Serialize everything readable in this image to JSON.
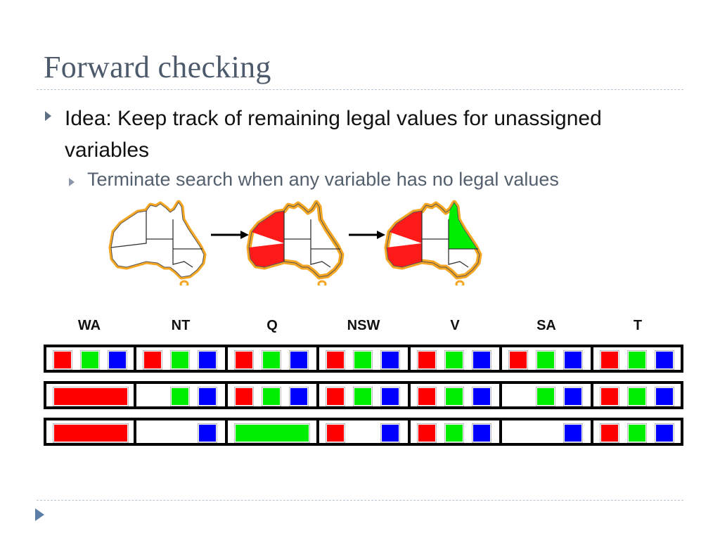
{
  "slide": {
    "title": "Forward checking",
    "bullet1": "Idea: Keep track of remaining legal values for unassigned variables",
    "bullet2": "Terminate search when any variable has no legal values"
  },
  "colors": {
    "red": "#ff0000",
    "green": "#00ee00",
    "blue": "#0000ff",
    "map_outline": "#f5a623",
    "title_gray": "#4d5a6b"
  },
  "maps": [
    {
      "WA": null,
      "Q": null
    },
    {
      "WA": "red",
      "Q": null
    },
    {
      "WA": "red",
      "Q": "green"
    }
  ],
  "table": {
    "columns": [
      "WA",
      "NT",
      "Q",
      "NSW",
      "V",
      "SA",
      "T"
    ],
    "rows": [
      {
        "WA": [
          "red",
          "green",
          "blue"
        ],
        "NT": [
          "red",
          "green",
          "blue"
        ],
        "Q": [
          "red",
          "green",
          "blue"
        ],
        "NSW": [
          "red",
          "green",
          "blue"
        ],
        "V": [
          "red",
          "green",
          "blue"
        ],
        "SA": [
          "red",
          "green",
          "blue"
        ],
        "T": [
          "red",
          "green",
          "blue"
        ]
      },
      {
        "WA": "red",
        "NT": [
          "green",
          "blue"
        ],
        "Q": [
          "red",
          "green",
          "blue"
        ],
        "NSW": [
          "red",
          "green",
          "blue"
        ],
        "V": [
          "red",
          "green",
          "blue"
        ],
        "SA": [
          "green",
          "blue"
        ],
        "T": [
          "red",
          "green",
          "blue"
        ]
      },
      {
        "WA": "red",
        "NT": [
          "blue"
        ],
        "Q": "green",
        "NSW": [
          "red",
          "blue"
        ],
        "V": [
          "red",
          "green",
          "blue"
        ],
        "SA": [
          "blue"
        ],
        "T": [
          "red",
          "green",
          "blue"
        ]
      }
    ]
  }
}
